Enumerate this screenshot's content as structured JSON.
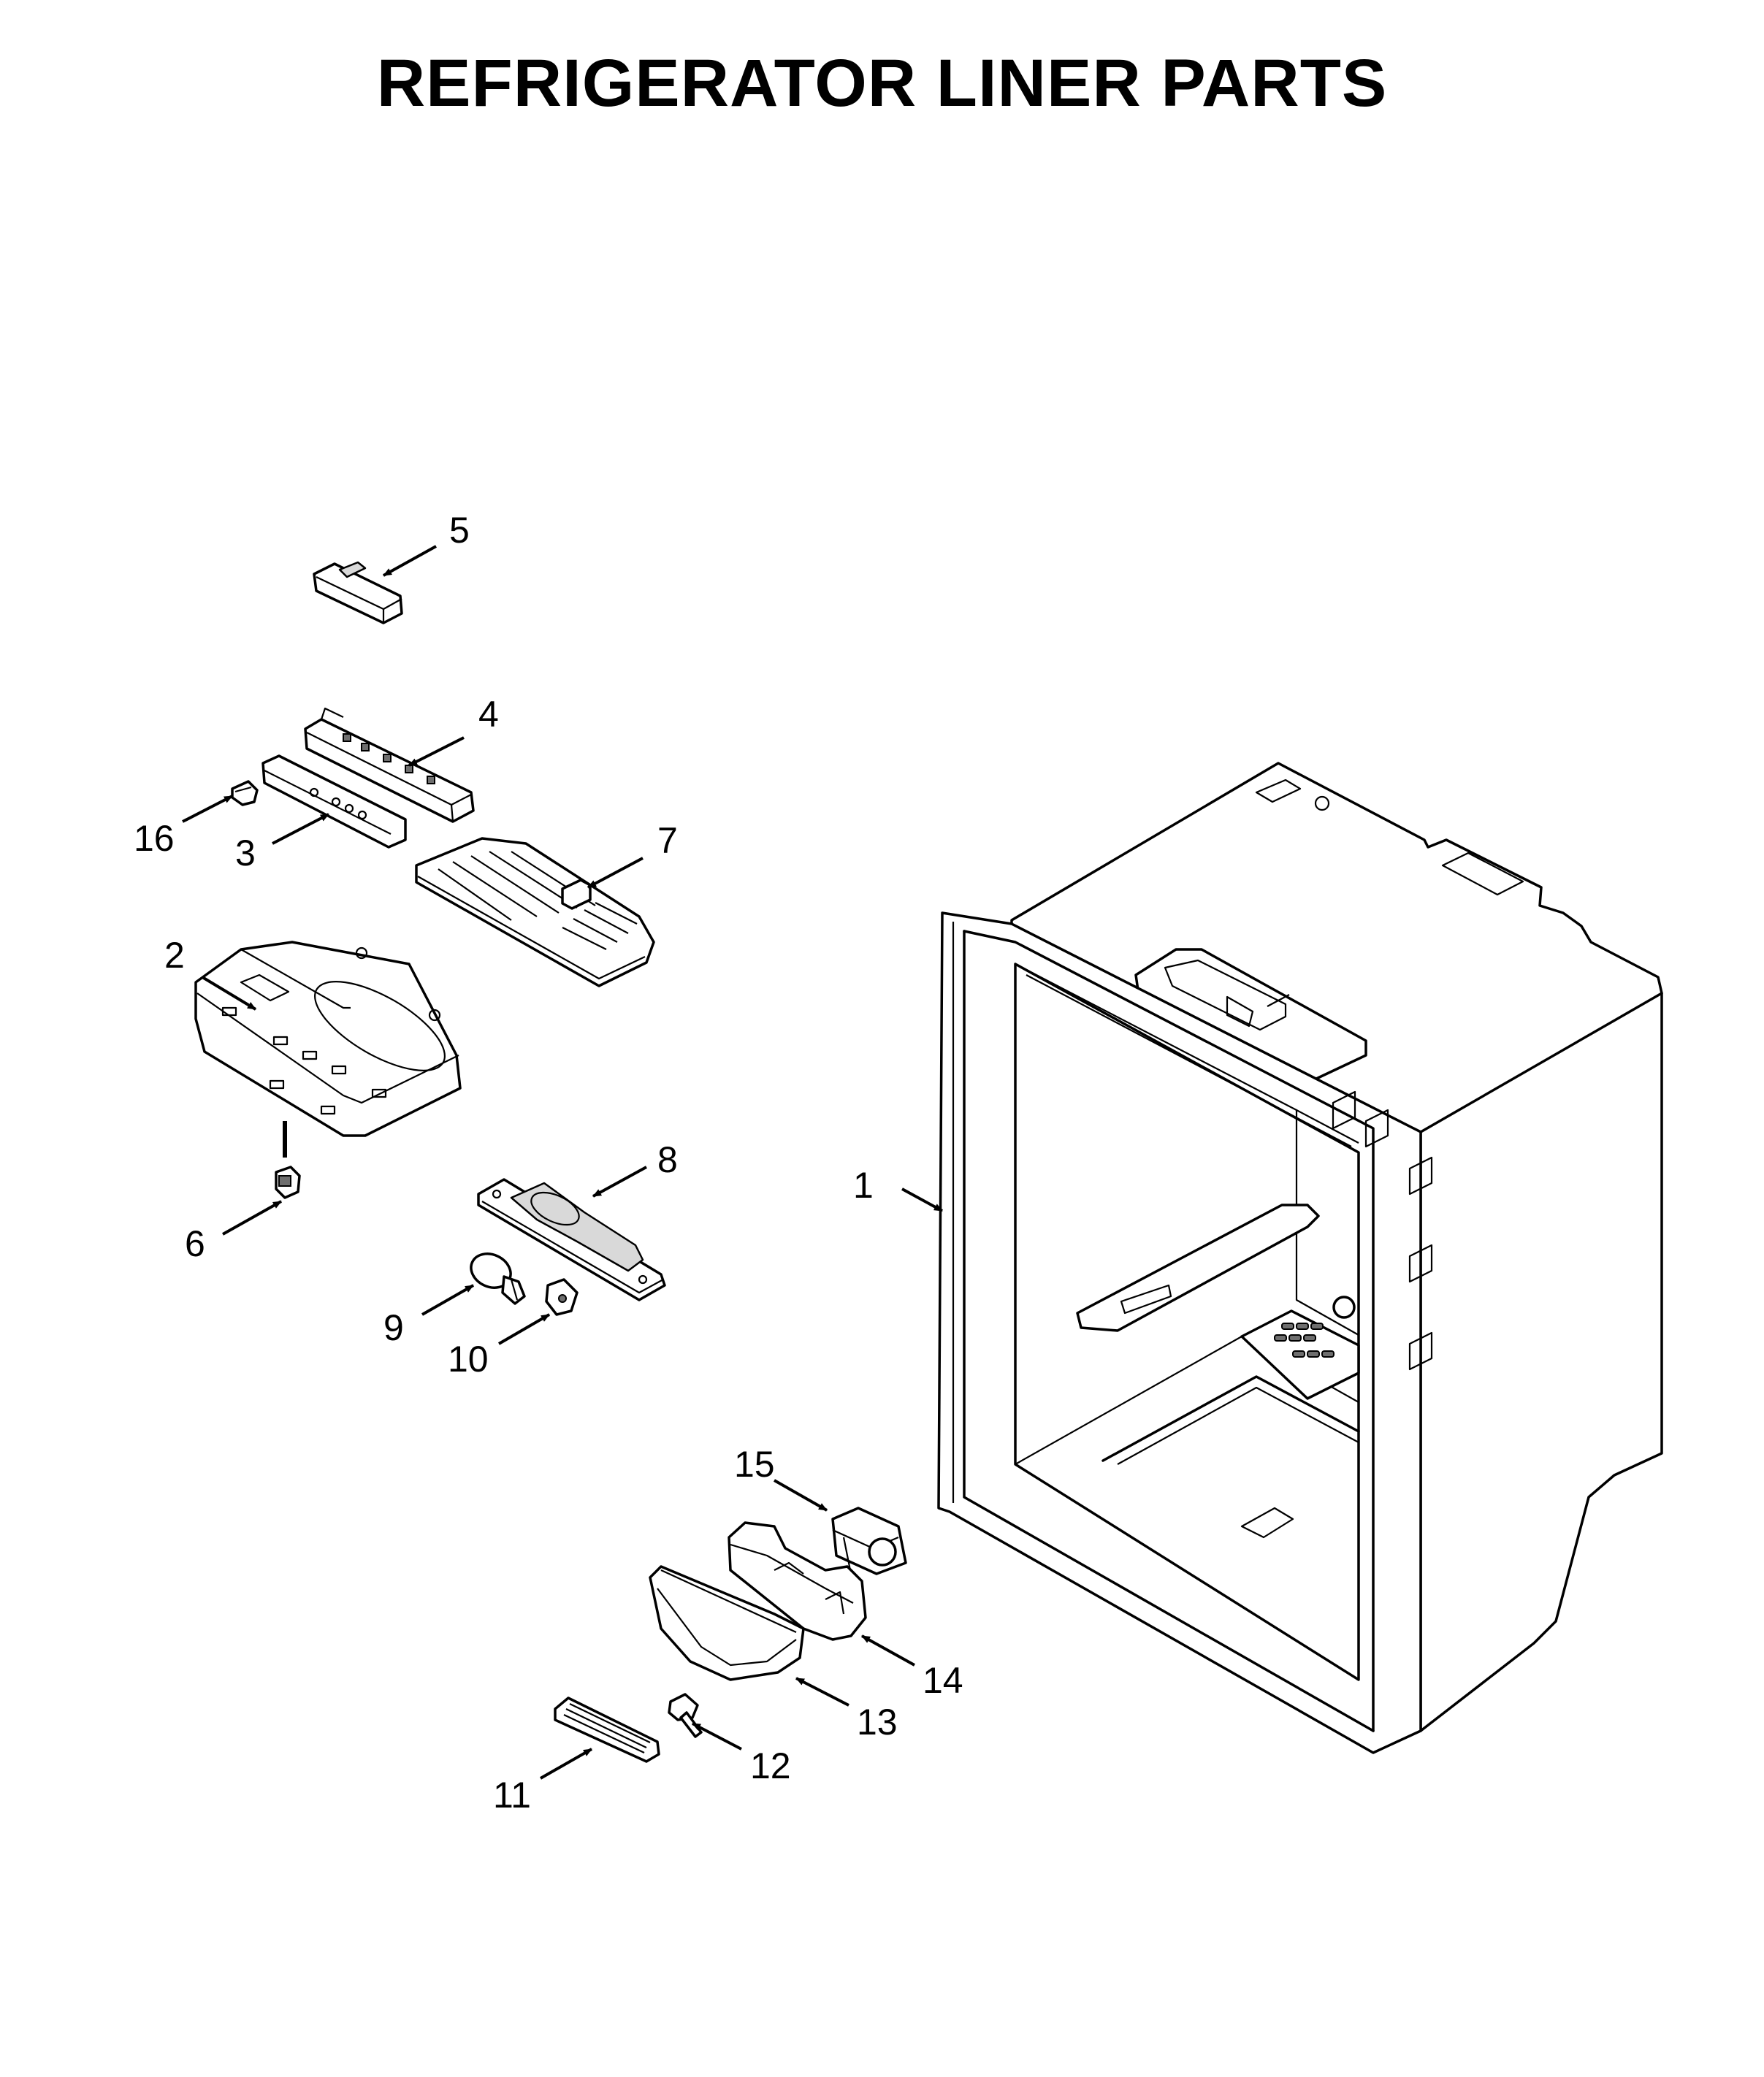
{
  "title": "REFRIGERATOR LINER PARTS",
  "callouts": {
    "c1": "1",
    "c2": "2",
    "c3": "3",
    "c4": "4",
    "c5": "5",
    "c6": "6",
    "c7": "7",
    "c8": "8",
    "c9": "9",
    "c10": "10",
    "c11": "11",
    "c12": "12",
    "c13": "13",
    "c14": "14",
    "c15": "15",
    "c16": "16"
  },
  "colors": {
    "line": "#000000",
    "background": "#ffffff",
    "shade": "#d9d9d9"
  }
}
